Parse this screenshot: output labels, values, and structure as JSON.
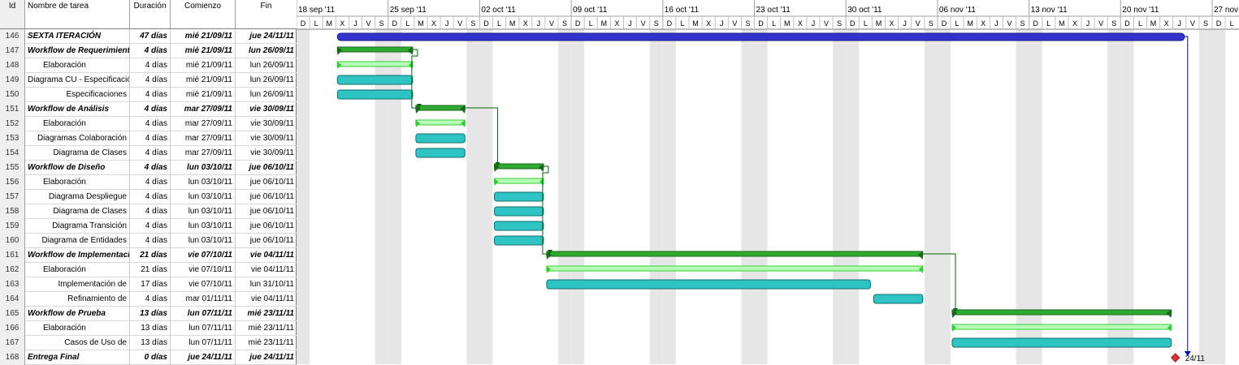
{
  "columns": {
    "id": "Id",
    "name": "Nombre de tarea",
    "duration": "Duración",
    "start": "Comienzo",
    "end": "Fin"
  },
  "timeline": {
    "weeks": [
      "18 sep '11",
      "25 sep '11",
      "02 oct '11",
      "09 oct '11",
      "16 oct '11",
      "23 oct '11",
      "30 oct '11",
      "06 nov '11",
      "13 nov '11",
      "20 nov '11",
      "27 nov"
    ],
    "day_letters": [
      "D",
      "L",
      "M",
      "X",
      "J",
      "V",
      "S"
    ]
  },
  "tasks": [
    {
      "id": "146",
      "name": "SEXTA ITERACIÓN",
      "duration": "47 días",
      "start": "mié 21/09/11",
      "end": "jue 24/11/11",
      "level": 0,
      "type": "project"
    },
    {
      "id": "147",
      "name": "Workflow de Requerimientos",
      "duration": "4 días",
      "start": "mié 21/09/11",
      "end": "lun 26/09/11",
      "level": 0,
      "type": "summary"
    },
    {
      "id": "148",
      "name": "Elaboración",
      "duration": "4 días",
      "start": "mié 21/09/11",
      "end": "lun 26/09/11",
      "level": 1,
      "type": "sub"
    },
    {
      "id": "149",
      "name": "Diagrama CU - Especificación",
      "duration": "4 días",
      "start": "mié 21/09/11",
      "end": "lun 26/09/11",
      "level": 2,
      "type": "task"
    },
    {
      "id": "150",
      "name": "Especificaciones",
      "duration": "4 días",
      "start": "mié 21/09/11",
      "end": "lun 26/09/11",
      "level": 2,
      "type": "task"
    },
    {
      "id": "151",
      "name": "Workflow de Análisis",
      "duration": "4 días",
      "start": "mar 27/09/11",
      "end": "vie 30/09/11",
      "level": 0,
      "type": "summary"
    },
    {
      "id": "152",
      "name": "Elaboración",
      "duration": "4 días",
      "start": "mar 27/09/11",
      "end": "vie 30/09/11",
      "level": 1,
      "type": "sub"
    },
    {
      "id": "153",
      "name": "Diagramas Colaboración",
      "duration": "4 días",
      "start": "mar 27/09/11",
      "end": "vie 30/09/11",
      "level": 2,
      "type": "task"
    },
    {
      "id": "154",
      "name": "Diagrama de Clases",
      "duration": "4 días",
      "start": "mar 27/09/11",
      "end": "vie 30/09/11",
      "level": 2,
      "type": "task"
    },
    {
      "id": "155",
      "name": "Workflow de Diseño",
      "duration": "4 días",
      "start": "lun 03/10/11",
      "end": "jue 06/10/11",
      "level": 0,
      "type": "summary"
    },
    {
      "id": "156",
      "name": "Elaboración",
      "duration": "4 días",
      "start": "lun 03/10/11",
      "end": "jue 06/10/11",
      "level": 1,
      "type": "sub"
    },
    {
      "id": "157",
      "name": "Diagrama Despliegue",
      "duration": "4 días",
      "start": "lun 03/10/11",
      "end": "jue 06/10/11",
      "level": 2,
      "type": "task"
    },
    {
      "id": "158",
      "name": "Diagrama de Clases",
      "duration": "4 días",
      "start": "lun 03/10/11",
      "end": "jue 06/10/11",
      "level": 2,
      "type": "task"
    },
    {
      "id": "159",
      "name": "Diagrama Transición",
      "duration": "4 días",
      "start": "lun 03/10/11",
      "end": "jue 06/10/11",
      "level": 2,
      "type": "task"
    },
    {
      "id": "160",
      "name": "Diagrama de Entidades",
      "duration": "4 días",
      "start": "lun 03/10/11",
      "end": "jue 06/10/11",
      "level": 2,
      "type": "task"
    },
    {
      "id": "161",
      "name": "Workflow de Implementación",
      "duration": "21 días",
      "start": "vie 07/10/11",
      "end": "vie 04/11/11",
      "level": 0,
      "type": "summary"
    },
    {
      "id": "162",
      "name": "Elaboración",
      "duration": "21 días",
      "start": "vie 07/10/11",
      "end": "vie 04/11/11",
      "level": 1,
      "type": "sub"
    },
    {
      "id": "163",
      "name": "Implementación de",
      "duration": "17 días",
      "start": "vie 07/10/11",
      "end": "lun 31/10/11",
      "level": 2,
      "type": "task"
    },
    {
      "id": "164",
      "name": "Refinamiento de",
      "duration": "4 días",
      "start": "mar 01/11/11",
      "end": "vie 04/11/11",
      "level": 2,
      "type": "task"
    },
    {
      "id": "165",
      "name": "Workflow de Prueba",
      "duration": "13 días",
      "start": "lun 07/11/11",
      "end": "mié 23/11/11",
      "level": 0,
      "type": "summary"
    },
    {
      "id": "166",
      "name": "Elaboración",
      "duration": "13 días",
      "start": "lun 07/11/11",
      "end": "mié 23/11/11",
      "level": 1,
      "type": "sub"
    },
    {
      "id": "167",
      "name": "Casos de Uso de",
      "duration": "13 días",
      "start": "lun 07/11/11",
      "end": "mié 23/11/11",
      "level": 2,
      "type": "task"
    },
    {
      "id": "168",
      "name": "Entrega Final",
      "duration": "0 días",
      "start": "jue 24/11/11",
      "end": "jue 24/11/11",
      "level": 0,
      "type": "milestone"
    }
  ],
  "milestone_label": "24/11",
  "colors": {
    "project": "#3333cc",
    "summary": "#2eaa2e",
    "sub": "#b8ffb8",
    "task": "#2fc4c4",
    "milestone": "#e03030",
    "link_green": "#006600",
    "link_blue": "#0000cc"
  }
}
